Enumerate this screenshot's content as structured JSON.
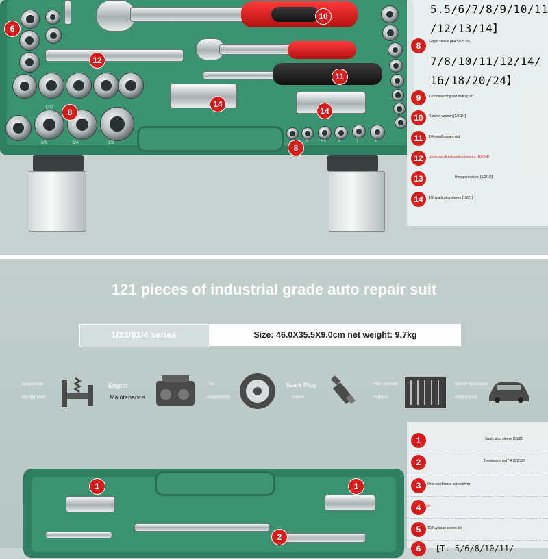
{
  "top": {
    "badges": [
      "6",
      "10",
      "12",
      "8",
      "11",
      "14",
      "14",
      "8"
    ],
    "size_lines_a": [
      "5.5/6/7/8/9/10/11",
      "/12/13/14】"
    ],
    "size_lines_b": [
      "7/8/10/11/12/14/",
      "16/18/20/24】"
    ],
    "legend": [
      {
        "num": "8",
        "text": "6-type sleeve [4/4.5/5/5.5/6]"
      },
      {
        "num": "9",
        "text": "1/2 connecting rod sliding bar"
      },
      {
        "num": "10",
        "text": "Ratchet wrench [1/2/1/4]"
      },
      {
        "num": "11",
        "text": "1/4 small square rod"
      },
      {
        "num": "12",
        "text": "Universal directional connector [1/2/1/4]"
      },
      {
        "num": "13",
        "text": "Hexagon socket [1/2/1/4]"
      },
      {
        "num": "14",
        "text": "1/2 spark plug sleeve [16/21]"
      }
    ],
    "socket_labels": [
      "8/8",
      "1/4",
      "1/3",
      "1/21",
      "4",
      "5",
      "5.5",
      "6",
      "7",
      "8"
    ]
  },
  "bottom": {
    "title": "121 pieces of industrial grade auto repair suit",
    "series": "1/23/81/4 series",
    "size": "Size: 46.0X35.5X9.0cm net weight: 9.7kg",
    "categories": [
      {
        "top": "Suspension",
        "bottom": "Maintenance"
      },
      {
        "top": "Engine",
        "bottom": "Maintenance"
      },
      {
        "top": "Tire",
        "bottom": "Disassembly"
      },
      {
        "top": "Spark Plug",
        "bottom": "Sleeve"
      },
      {
        "top": "Filter element",
        "bottom": "Replace"
      },
      {
        "top": "Interior decoration",
        "bottom": "Appearance"
      }
    ],
    "legend": [
      {
        "num": "1",
        "text": "Spark plug sleeve [16/21]"
      },
      {
        "num": "2",
        "text": "2 extension rod * 4 [1/2/3/8]"
      },
      {
        "num": "3",
        "text": "One-word/cross screwdriver"
      },
      {
        "num": "4",
        "text": "Test pencil"
      },
      {
        "num": "5",
        "text": "T52 cylinder sleeve bit"
      },
      {
        "num": "6",
        "text": "【T. 5/6/8/10/11/"
      }
    ],
    "badges": [
      "1",
      "1",
      "2"
    ]
  },
  "colors": {
    "case": "#2f8062",
    "badge": "#d71c1c",
    "handle": "#e0201f"
  }
}
